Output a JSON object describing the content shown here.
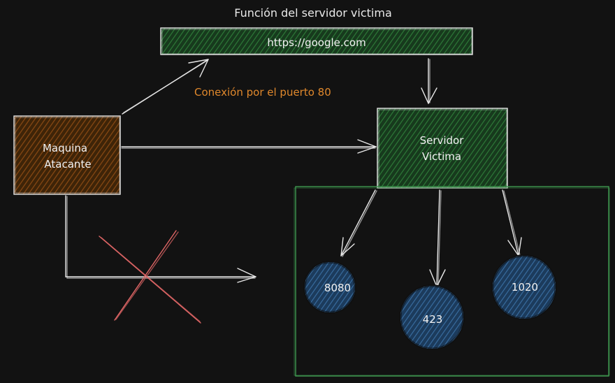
{
  "diagram": {
    "title": "Función del servidor victima",
    "url_box": {
      "label": "https://google.com"
    },
    "connection_note": "Conexión por el puerto 80",
    "attacker": {
      "line1": "Maquina",
      "line2": "Atacante"
    },
    "server": {
      "line1": "Servidor",
      "line2": "Victima"
    },
    "ports": [
      "8080",
      "423",
      "1020"
    ]
  },
  "colors": {
    "background": "#121212",
    "stroke": "#e8e8e8",
    "hatch_green": "#2f7d3a",
    "green_fill": "#173a1d",
    "hatch_brown": "#8a4a14",
    "brown_fill": "#3e2408",
    "port_fill": "#1c3b5c",
    "port_hatch": "#3a6fa3",
    "note_orange": "#e0882c",
    "group_border": "#3f9950",
    "cross_red": "#e06666"
  }
}
